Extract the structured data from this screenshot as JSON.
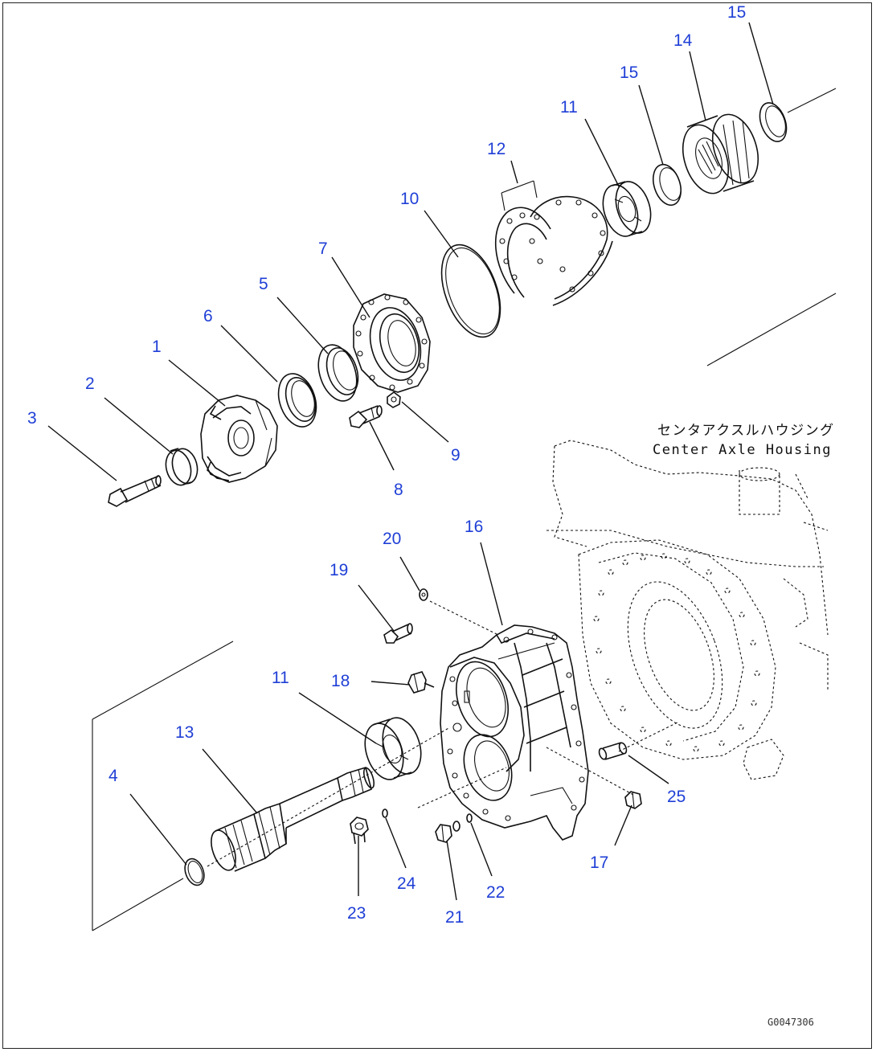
{
  "callouts": [
    {
      "id": "c15a",
      "label": "15"
    },
    {
      "id": "c14",
      "label": "14"
    },
    {
      "id": "c15b",
      "label": "15"
    },
    {
      "id": "c11a",
      "label": "11"
    },
    {
      "id": "c12",
      "label": "12"
    },
    {
      "id": "c10",
      "label": "10"
    },
    {
      "id": "c7",
      "label": "7"
    },
    {
      "id": "c5",
      "label": "5"
    },
    {
      "id": "c6",
      "label": "6"
    },
    {
      "id": "c1",
      "label": "1"
    },
    {
      "id": "c2",
      "label": "2"
    },
    {
      "id": "c3",
      "label": "3"
    },
    {
      "id": "c9",
      "label": "9"
    },
    {
      "id": "c8",
      "label": "8"
    },
    {
      "id": "c16",
      "label": "16"
    },
    {
      "id": "c20",
      "label": "20"
    },
    {
      "id": "c19",
      "label": "19"
    },
    {
      "id": "c11b",
      "label": "11"
    },
    {
      "id": "c18",
      "label": "18"
    },
    {
      "id": "c13",
      "label": "13"
    },
    {
      "id": "c4",
      "label": "4"
    },
    {
      "id": "c25",
      "label": "25"
    },
    {
      "id": "c17",
      "label": "17"
    },
    {
      "id": "c24",
      "label": "24"
    },
    {
      "id": "c22",
      "label": "22"
    },
    {
      "id": "c23",
      "label": "23"
    },
    {
      "id": "c21",
      "label": "21"
    }
  ],
  "housing_label": {
    "japanese": "センタアクスルハウジング",
    "english": "Center Axle Housing"
  },
  "drawing_id": "G0047306",
  "colors": {
    "callout": "#1f3fd6",
    "line": "#111111",
    "background": "#ffffff"
  }
}
